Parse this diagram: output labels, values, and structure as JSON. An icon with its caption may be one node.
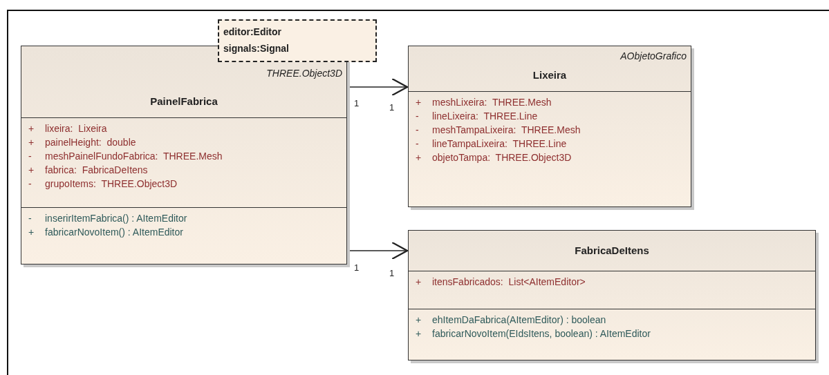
{
  "diagram": {
    "nodes": [
      {
        "text": [
          "THREE.Object3D",
          "PainelFabrica"
        ]
      },
      {
        "text": [
          "+",
          "lixeira:  Lixeira",
          "+",
          "painelHeight:  double",
          "-",
          "meshPainelFundoFabrica:  THREE.Mesh",
          "+",
          "fabrica:  FabricaDeItens",
          "-",
          "grupoItems:  THREE.Object3D"
        ],
        "in": 0
      },
      {
        "text": [
          "-",
          "inserirItemFabrica() : AItemEditor",
          "+",
          "fabricarNovoItem() : AItemEditor"
        ],
        "in": 0
      },
      {
        "text": [
          "editor:Editor",
          "signals:Signal"
        ]
      },
      {
        "text": [
          "AObjetoGrafico",
          "Lixeira"
        ]
      },
      {
        "text": [
          "+",
          "meshLixeira:  THREE.Mesh",
          "-",
          "lineLixeira:  THREE.Line",
          "-",
          "meshTampaLixeira:  THREE.Mesh",
          "-",
          "lineTampaLixeira:  THREE.Line",
          "+",
          "objetoTampa:  THREE.Object3D"
        ],
        "in": 4
      },
      {
        "text": [
          "FabricaDeItens"
        ]
      },
      {
        "text": [
          "+",
          "itensFabricados:  List<AItemEditor>"
        ],
        "in": 6
      },
      {
        "text": [
          "+",
          "ehItemDaFabrica(AItemEditor) : boolean",
          "+",
          "fabricarNovoItem(EIdsItens, boolean) : AItemEditor"
        ],
        "in": 6
      }
    ],
    "edges": [
      {
        "from": 0,
        "to": 4,
        "arrow": "to"
      },
      {
        "from": 0,
        "to": 6,
        "arrow": "to"
      }
    ],
    "labels": [
      "1",
      "1",
      "1",
      "1"
    ]
  }
}
